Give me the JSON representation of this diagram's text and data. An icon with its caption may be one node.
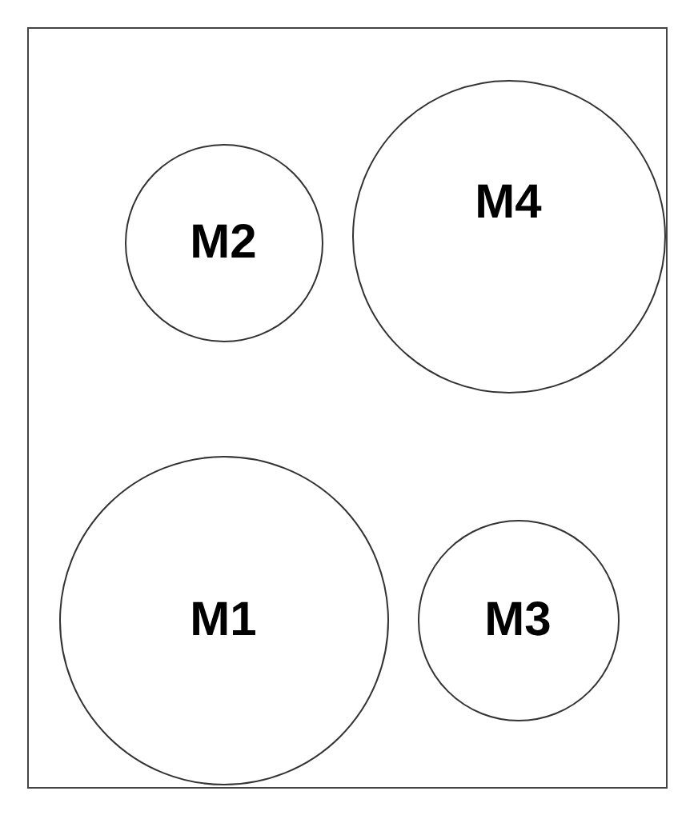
{
  "diagram": {
    "nodes": [
      {
        "text": [],
        "shape": "box"
      },
      {
        "text": [
          "M2"
        ],
        "in": 0
      },
      {
        "text": [
          "M4"
        ],
        "in": 0
      },
      {
        "text": [
          "M1"
        ],
        "in": 0
      },
      {
        "text": [
          "M3"
        ],
        "in": 0
      }
    ]
  }
}
